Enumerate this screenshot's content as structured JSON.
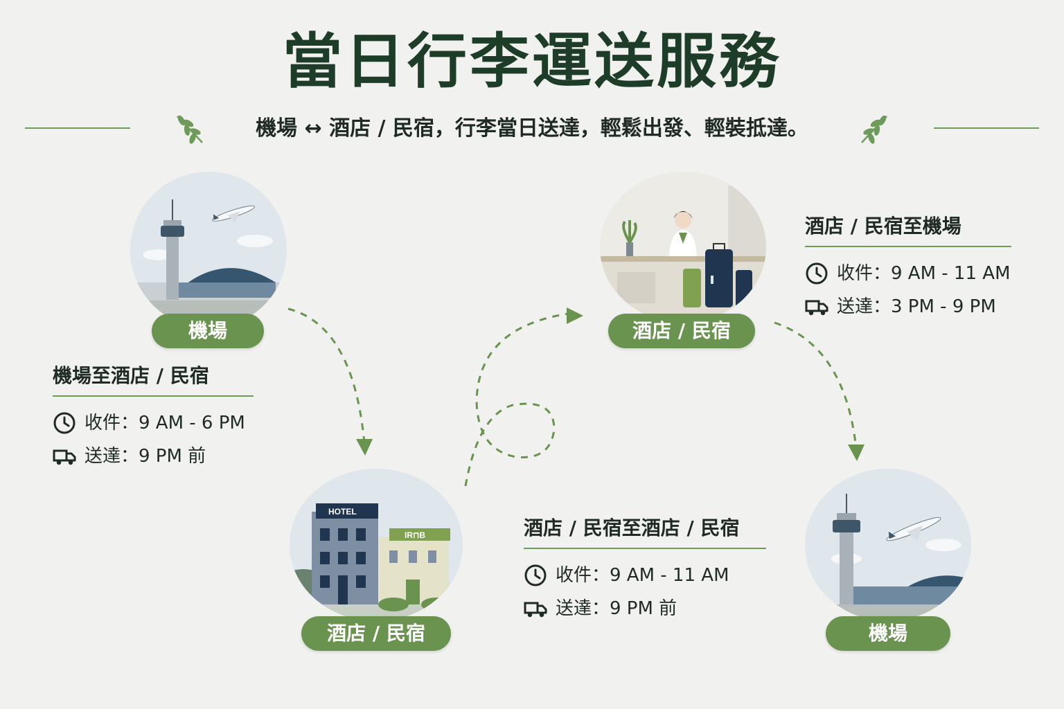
{
  "title": "當日行李運送服務",
  "subtitle": "機場 ↔ 酒店 / 民宿，行李當日送達，輕鬆出發、輕裝抵達。",
  "nodes": {
    "airport_start": {
      "label": "機場"
    },
    "hotel_top": {
      "label": "酒店 / 民宿"
    },
    "hotel_bottom": {
      "label": "酒店 / 民宿",
      "sign_hotel": "HOTEL",
      "sign_inn": "IR⊓B"
    },
    "airport_end": {
      "label": "機場"
    }
  },
  "routes": {
    "airport_to_hotel": {
      "title": "機場至酒店 / 民宿",
      "pickup": "收件：9 AM - 6 PM",
      "delivery": "送達：9 PM 前"
    },
    "hotel_to_airport": {
      "title": "酒店 / 民宿至機場",
      "pickup": "收件：9 AM - 11 AM",
      "delivery": "送達：3 PM - 9 PM"
    },
    "hotel_to_hotel": {
      "title": "酒店 / 民宿至酒店 / 民宿",
      "pickup": "收件：9 AM - 11 AM",
      "delivery": "送達：9 PM 前"
    }
  },
  "icons": {
    "pickup": "clock-icon",
    "delivery": "truck-icon",
    "decoration": "leaf-sprig-icon"
  },
  "colors": {
    "accent_green": "#6a9350",
    "title_green": "#1e3d28",
    "line_green": "#6e9a5a",
    "navy": "#1f3550"
  }
}
